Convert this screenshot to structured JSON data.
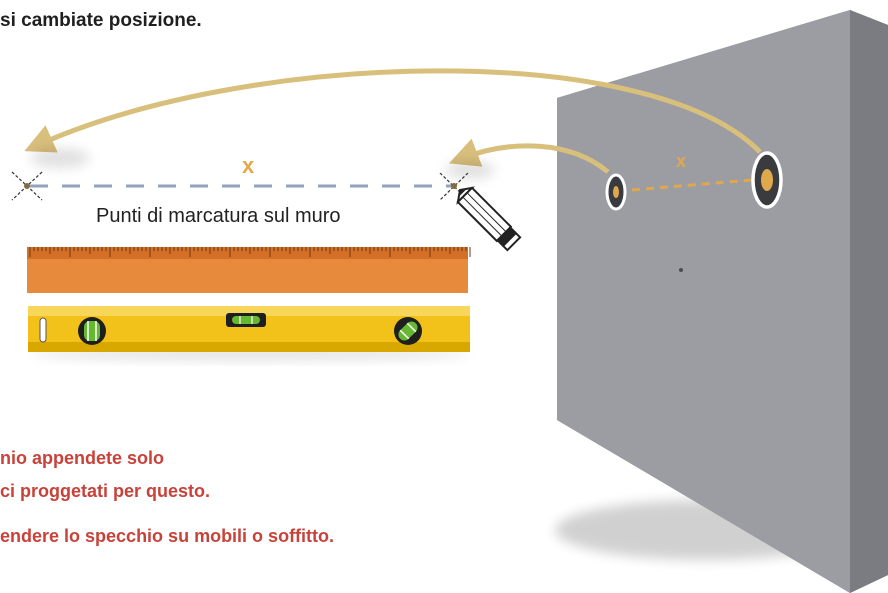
{
  "top_caption": "si cambiate posizione.",
  "marking_label": "Punti di marcatura sul muro",
  "distance_symbol": "x",
  "warnings": [
    "nio appendete solo",
    "ci proggetati per questo.",
    "endere lo specchio su mobili o soffitto."
  ],
  "colors": {
    "caption_text": "#1f1f1f",
    "warning_text": "#c8423a",
    "arrow": "#d9bf7c",
    "dash": "#94a3bd",
    "x_label": "#e5a94a",
    "ruler": "#e88a3c",
    "level_body": "#f2c21b",
    "panel_front": "#9b9da3",
    "panel_side": "#7b7e84"
  },
  "icons": [
    "pencil-icon",
    "ruler-icon",
    "spirit-level-icon",
    "mark-point-icon"
  ]
}
